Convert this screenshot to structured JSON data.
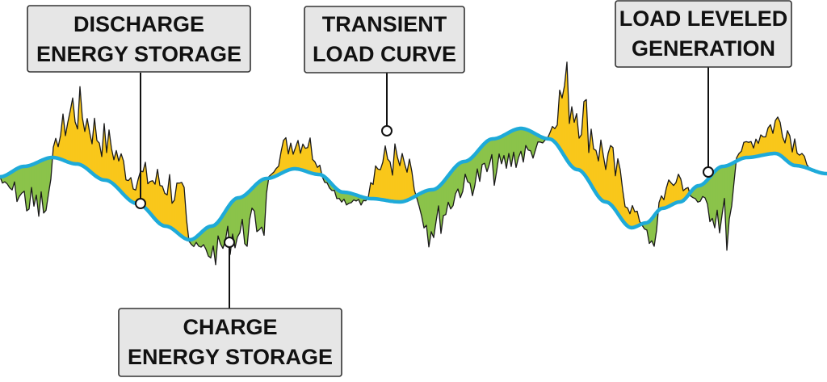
{
  "colors": {
    "surplus_fill": "#f9c71b",
    "deficit_fill": "#8bc34a",
    "leveled_curve": "#1eaad9",
    "transient_stroke": "#1a1a1a"
  },
  "callouts": {
    "discharge": {
      "line1": "DISCHARGE",
      "line2": "ENERGY STORAGE"
    },
    "transient": {
      "line1": "TRANSIENT",
      "line2": "LOAD CURVE"
    },
    "leveled": {
      "line1": "LOAD LEVELED",
      "line2": "GENERATION"
    },
    "charge": {
      "line1": "CHARGE",
      "line2": "ENERGY STORAGE"
    }
  }
}
